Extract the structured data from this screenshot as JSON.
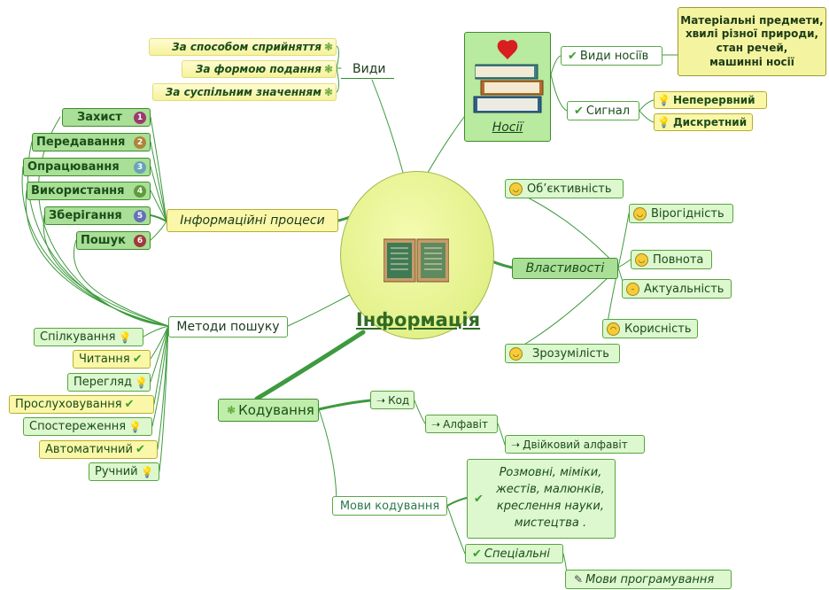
{
  "center": {
    "title": "Інформація"
  },
  "vydy": {
    "label": "Види",
    "items": [
      "За способом сприйняття",
      "За формою подання",
      "За суспільним значенням"
    ]
  },
  "nosii": {
    "label": "Носії",
    "vydy_nosiiv": "Види носіїв",
    "vydy_nosiiv_desc": [
      "Матеріальні предмети,",
      "хвилі різної природи,",
      "стан речей,",
      "машинні носії"
    ],
    "signal": "Сигнал",
    "signal_items": [
      "Неперервний",
      "Дискретний"
    ]
  },
  "processes": {
    "label": "Інформаційні процеси",
    "items": [
      "Захист",
      "Передавання",
      "Опрацювання",
      "Використання",
      "Зберігання",
      "Пошук"
    ],
    "numbers": [
      "1",
      "2",
      "3",
      "4",
      "5",
      "6"
    ]
  },
  "properties": {
    "label": "Властивості",
    "items": [
      "Об’єктивність",
      "Вірогідність",
      "Повнота",
      "Актуальність",
      "Корисність",
      "Зрозумілість"
    ]
  },
  "search": {
    "label": "Методи пошуку",
    "items": [
      "Спілкування",
      "Читання",
      "Перегляд",
      "Прослуховування",
      "Спостереження",
      "Автоматичний",
      "Ручний"
    ]
  },
  "coding": {
    "label": "Кодування",
    "kod": "Код",
    "alphabet": "Алфавіт",
    "binary": "Двійковий алфавіт",
    "langs": "Мови кодування",
    "natural": [
      "Розмовні, міміки,",
      "жестів, малюнків,",
      "креслення науки,",
      "мистецтва ."
    ],
    "special": "Спеціальні",
    "programming": "Мови програмування"
  },
  "colors": {
    "line": "#2e8b2e",
    "light_green": "#ddf7cf",
    "dark_green": "#a9df96",
    "yellow": "#faf7a8",
    "text": "#1a4d1a"
  }
}
